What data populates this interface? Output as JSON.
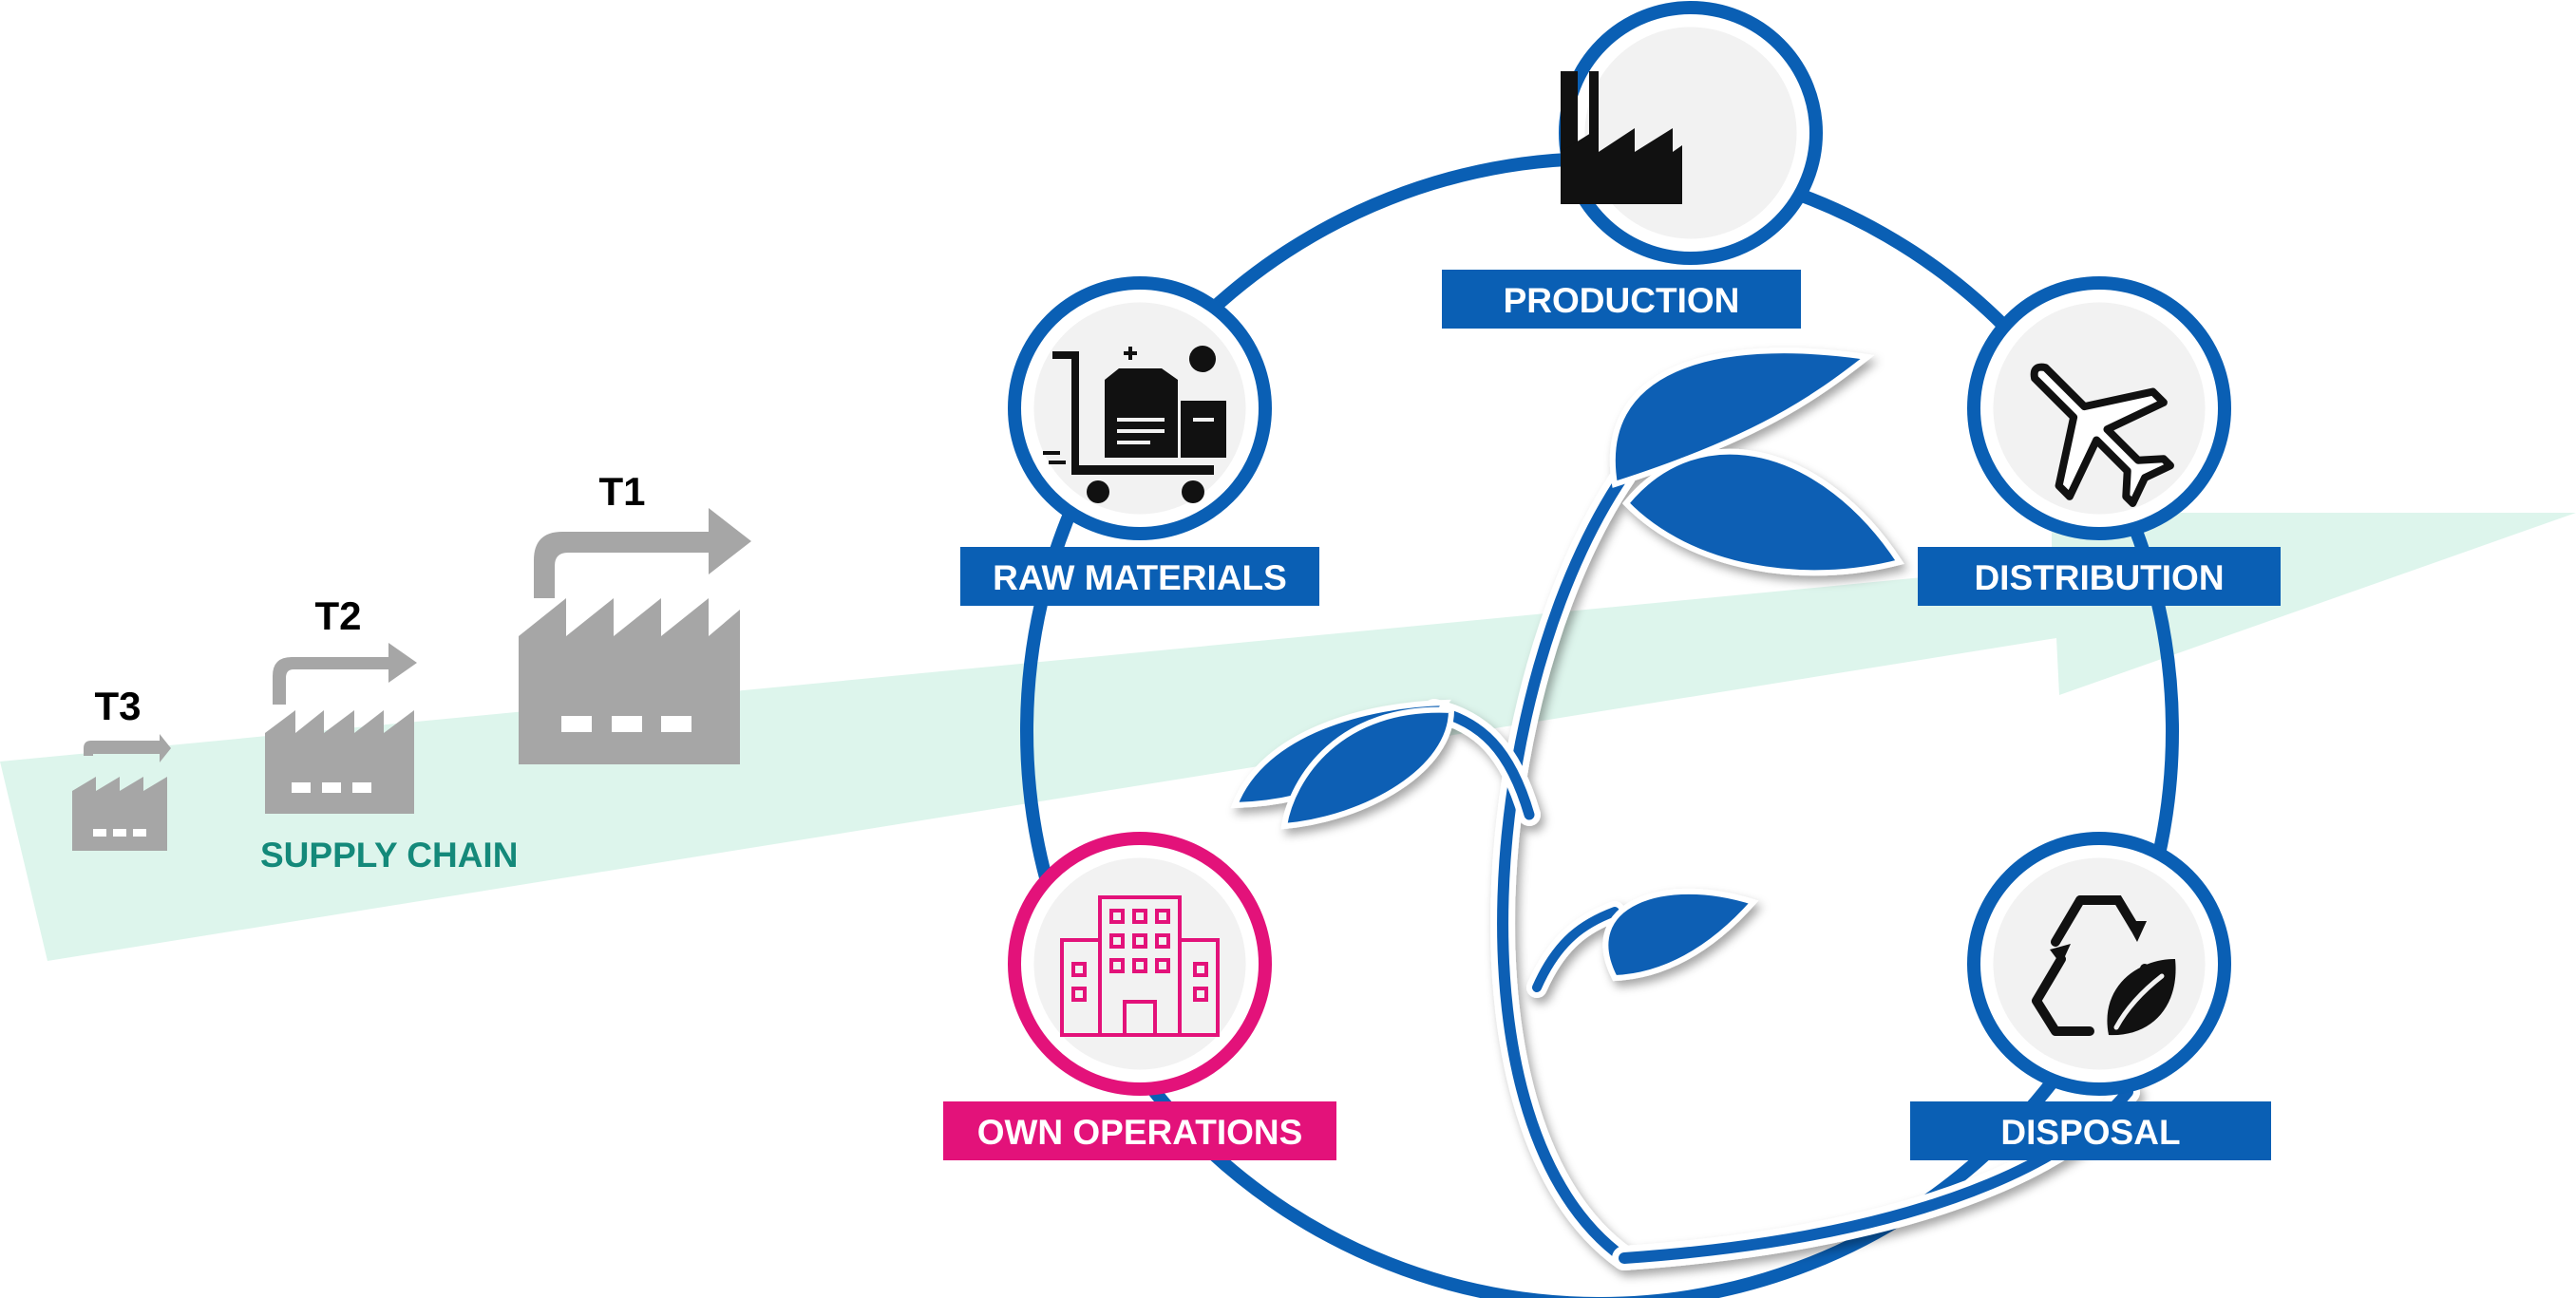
{
  "supply_chain": {
    "label": "SUPPLY CHAIN",
    "tiers": [
      {
        "label": "T1"
      },
      {
        "label": "T2"
      },
      {
        "label": "T3"
      }
    ]
  },
  "lifecycle": {
    "stages": [
      {
        "label": "PRODUCTION",
        "icon": "factory-icon"
      },
      {
        "label": "RAW MATERIALS",
        "icon": "raw-materials-icon"
      },
      {
        "label": "DISTRIBUTION",
        "icon": "airplane-icon"
      },
      {
        "label": "OWN OPERATIONS",
        "icon": "office-building-icon"
      },
      {
        "label": "DISPOSAL",
        "icon": "recycle-leaf-icon"
      }
    ]
  },
  "colors": {
    "blue": "#0A5FB4",
    "magenta": "#E3127A",
    "grey": "#A6A6A6",
    "teal_text": "#14897A",
    "arrow_fill": "#DDF5EC"
  }
}
